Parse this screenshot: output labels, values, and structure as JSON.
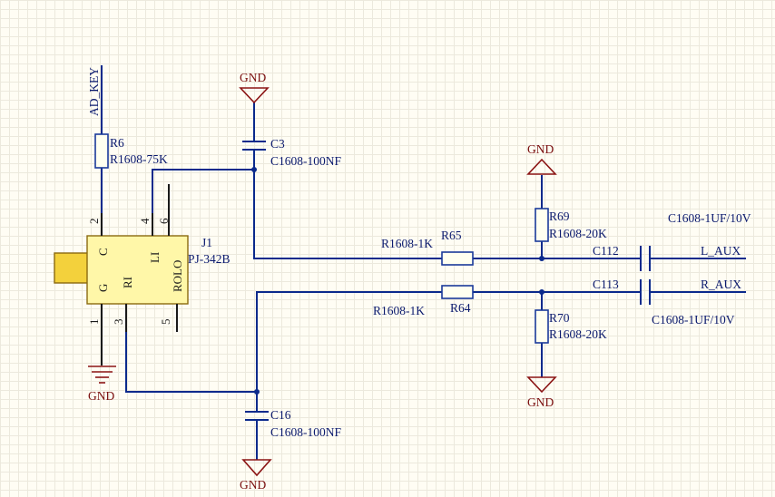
{
  "net_labels": {
    "ad_key": "AD_KEY",
    "l_aux": "L_AUX",
    "r_aux": "R_AUX"
  },
  "power": {
    "gnd": "GND"
  },
  "components": {
    "r6": {
      "designator": "R6",
      "value": "R1608-75K"
    },
    "c3": {
      "designator": "C3",
      "value": "C1608-100NF"
    },
    "c16": {
      "designator": "C16",
      "value": "C1608-100NF"
    },
    "r65": {
      "designator": "R65",
      "value": "R1608-1K"
    },
    "r64": {
      "designator": "R64",
      "value": "R1608-1K"
    },
    "r69": {
      "designator": "R69",
      "value": "R1608-20K"
    },
    "r70": {
      "designator": "R70",
      "value": "R1608-20K"
    },
    "c112": {
      "designator": "C112",
      "value": "C1608-1UF/10V"
    },
    "c113": {
      "designator": "C113",
      "value": "C1608-1UF/10V"
    },
    "j1": {
      "designator": "J1",
      "value": "PJ-342B",
      "pin_names": {
        "c": "C",
        "g": "G",
        "ri": "RI",
        "li": "LI",
        "rolo": "ROLO"
      },
      "pin_numbers": {
        "p1": "1",
        "p2": "2",
        "p3": "3",
        "p4": "4",
        "p5": "5",
        "p6": "6"
      }
    }
  },
  "colors": {
    "wire": "#0B2A8C",
    "power_symbol": "#8B1414",
    "part_fill": "#FFFFF0",
    "jack_fill": "#FFF7A8",
    "jack_plug": "#F3D13C",
    "background": "#FFFDF4"
  }
}
